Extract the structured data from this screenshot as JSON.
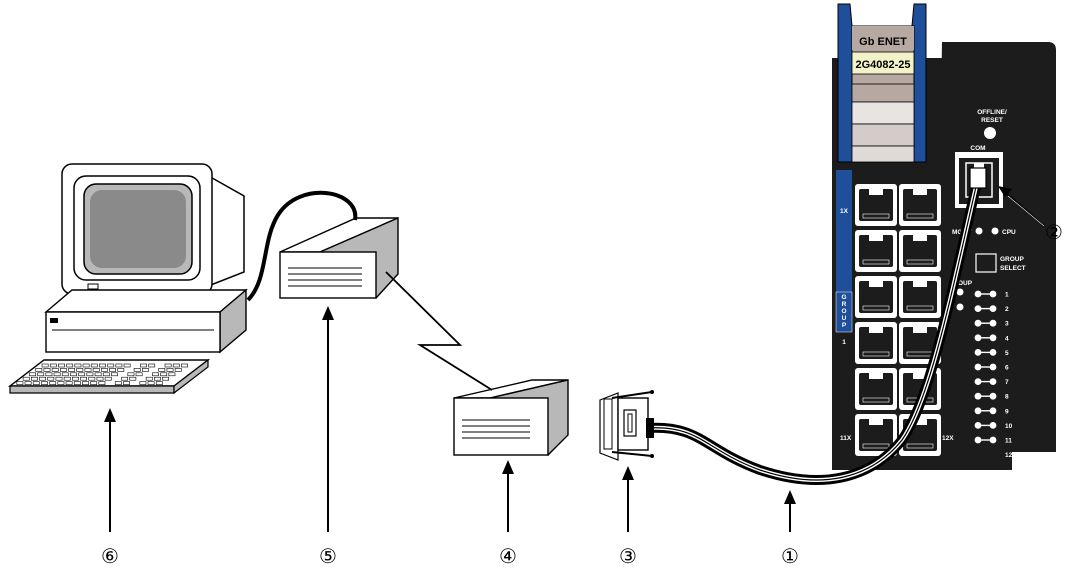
{
  "module": {
    "title": "Gb ENET",
    "part_number": "2G4082-25",
    "offline_reset_label_1": "OFFLINE/",
    "offline_reset_label_2": "RESET",
    "com_label": "COM",
    "mgmt_label": "MGMT",
    "cpu_label": "CPU",
    "group_select_label_1": "GROUP",
    "group_select_label_2": "SELECT",
    "group_label_partial": "OUP",
    "port_top_left_label": "1X",
    "port_bottom_left_label": "11X",
    "port_bottom_right_label": "12X",
    "vertical_group_letters": [
      "G",
      "R",
      "O",
      "U",
      "P"
    ],
    "vertical_group_number": "1",
    "led_numbers": [
      "1",
      "2",
      "3",
      "4",
      "5",
      "6",
      "7",
      "8",
      "9",
      "10",
      "11",
      "12"
    ],
    "colors": {
      "blue": "#1f4e9b",
      "body": "#1c1c1c",
      "label_bg": "#b8a8a2",
      "label_strip": "#f4f2c8"
    }
  },
  "callouts": {
    "c1": "①",
    "c2": "②",
    "c3": "③",
    "c4": "④",
    "c5": "⑤",
    "c6": "⑥"
  }
}
